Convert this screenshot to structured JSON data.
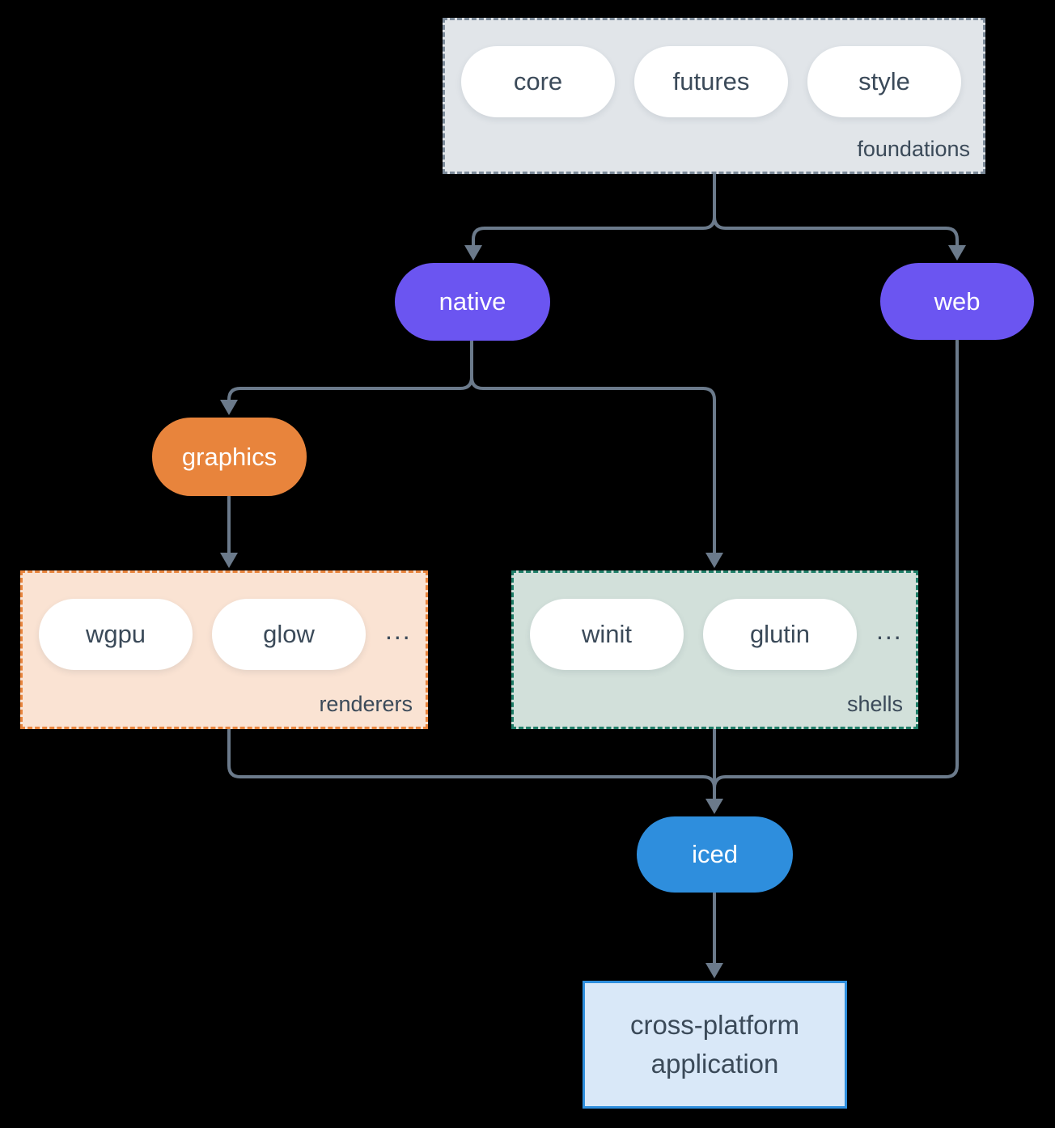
{
  "diagram": {
    "foundations": {
      "label": "foundations",
      "pills": [
        "core",
        "futures",
        "style"
      ]
    },
    "native": "native",
    "web": "web",
    "graphics": "graphics",
    "renderers": {
      "label": "renderers",
      "pills": [
        "wgpu",
        "glow"
      ],
      "more": "..."
    },
    "shells": {
      "label": "shells",
      "pills": [
        "winit",
        "glutin"
      ],
      "more": "..."
    },
    "iced": "iced",
    "application": "cross-platform application"
  },
  "colors": {
    "background": "#000000",
    "arrow": "#6b7a8b",
    "purple_node": "#6b55f1",
    "orange_node": "#e8843c",
    "blue_node": "#2e8edd",
    "foundations_fill": "#e1e5e9",
    "foundations_border": "#7d8b9a",
    "renderers_fill": "#fae3d3",
    "renderers_border": "#e8843c",
    "shells_fill": "#d2e0da",
    "shells_border": "#1f7e68",
    "app_fill": "#d9e8f8",
    "app_border": "#2e8edd",
    "dark_text": "#3b4a59",
    "pill_fill": "#ffffff"
  }
}
